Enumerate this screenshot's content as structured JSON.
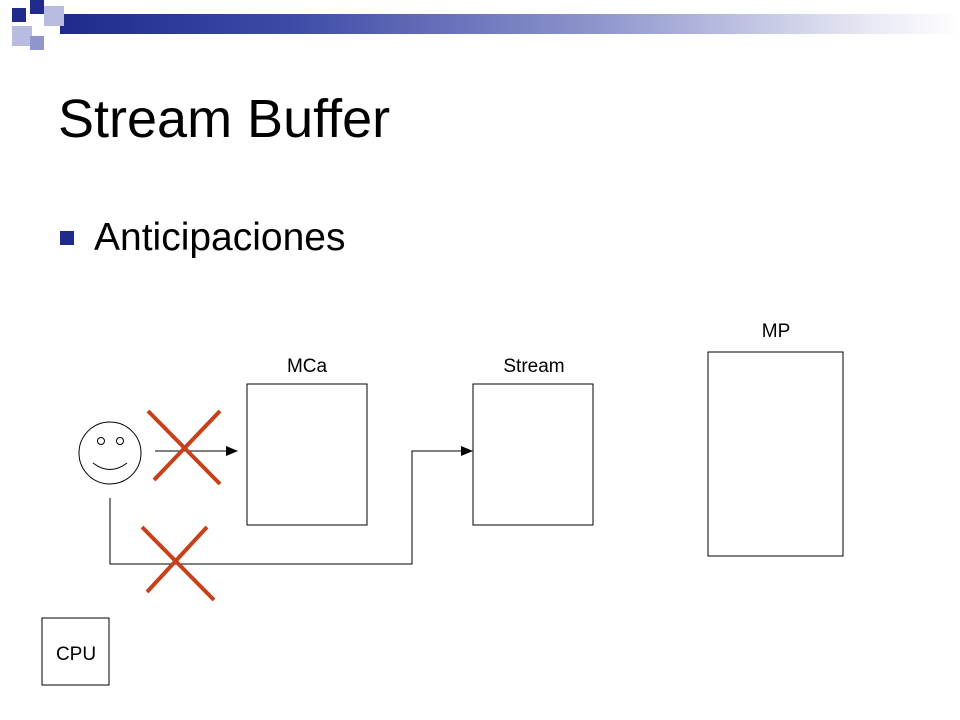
{
  "slide": {
    "title": "Stream Buffer",
    "bullet": "Anticipaciones"
  },
  "diagram": {
    "labels": {
      "cache": "MCa",
      "stream": "Stream",
      "main_memory": "MP",
      "cpu": "CPU"
    },
    "icons": {
      "user": "smiley-face-icon",
      "blocked": "red-x-icon"
    },
    "colors": {
      "accent": "#1f2a8a",
      "cross": "#c8401a",
      "stroke": "#000000"
    }
  }
}
